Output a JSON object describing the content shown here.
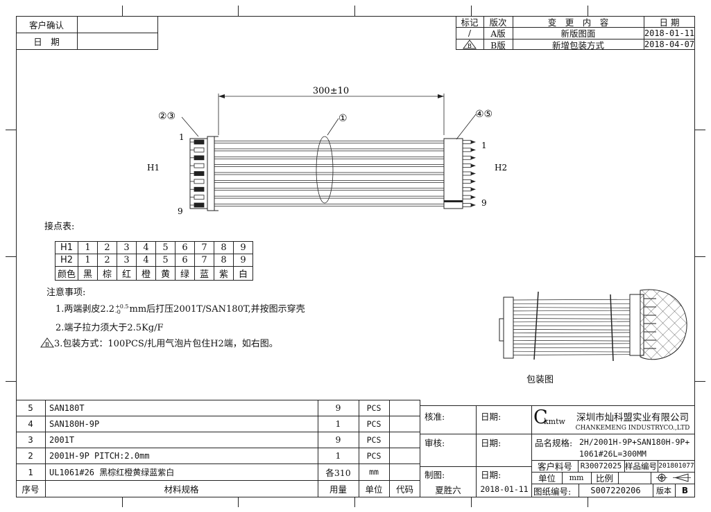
{
  "customer_block": {
    "confirm_label": "客户确认",
    "date_label": "日　期"
  },
  "revision_table": {
    "headers": [
      "标记",
      "版次",
      "变　更　内　容",
      "日 期"
    ],
    "rows": [
      {
        "mark": "/",
        "version": "A版",
        "content": "新版图面",
        "date": "2018-01-11"
      },
      {
        "mark": "B",
        "version": "B版",
        "content": "新增包装方式",
        "date": "2018-04-07"
      }
    ]
  },
  "drawing": {
    "length_dim": "300±10",
    "balloons": [
      "②③",
      "①",
      "④⑤"
    ],
    "pin_first_left": "1",
    "pin_last_left": "9",
    "pin_first_right": "1",
    "pin_last_right": "9",
    "end_left": "H1",
    "end_right": "H2",
    "wire_count": 9
  },
  "pinout": {
    "title": "接点表:",
    "rows": [
      {
        "label": "H1",
        "cells": [
          "1",
          "2",
          "3",
          "4",
          "5",
          "6",
          "7",
          "8",
          "9"
        ]
      },
      {
        "label": "H2",
        "cells": [
          "1",
          "2",
          "3",
          "4",
          "5",
          "6",
          "7",
          "8",
          "9"
        ]
      },
      {
        "label": "颜色",
        "cells": [
          "黑",
          "棕",
          "红",
          "橙",
          "黄",
          "绿",
          "蓝",
          "紫",
          "白"
        ]
      }
    ]
  },
  "notes": {
    "title": "注意事项:",
    "n1_prefix": "1.两端剥皮2.2",
    "n1_tol_plus": "+0.5",
    "n1_tol_minus": "-0",
    "n1_suffix": "mm后打压2001T/SAN180T,并按图示穿壳",
    "n2": "2.端子拉力须大于2.5Kg/F",
    "n3": "3.包装方式：100PCS/扎用气泡片包住H2端，如右图。",
    "rev_mark": "B"
  },
  "packaging_label": "包装图",
  "bom": {
    "headers": [
      "序号",
      "材料规格",
      "用量",
      "单位",
      "代码"
    ],
    "rows": [
      {
        "no": "5",
        "spec": "SAN180T",
        "qty": "9",
        "unit": "PCS"
      },
      {
        "no": "4",
        "spec": "SAN180H-9P",
        "qty": "1",
        "unit": "PCS"
      },
      {
        "no": "3",
        "spec": "2001T",
        "qty": "9",
        "unit": "PCS"
      },
      {
        "no": "2",
        "spec": "2001H-9P PITCH:2.0mm",
        "qty": "1",
        "unit": "PCS"
      },
      {
        "no": "1",
        "spec": "UL1061#26 黑棕红橙黄绿蓝紫白",
        "qty": "各310",
        "unit": "mm"
      }
    ]
  },
  "approval": {
    "approve_label": "核准:",
    "review_label": "审核:",
    "draw_label": "制图:",
    "date_label": "日期:",
    "drafter": "夏胜六",
    "draw_date": "2018-01-11"
  },
  "title_block": {
    "logo_c": "C",
    "logo_text": "kmtw",
    "company_cn": "深圳市灿科盟实业有限公司",
    "company_en": "CHANKEMENG INDUSTRYCO.,LTD",
    "spec_label": "品名规格:",
    "spec_line1": "2H/2001H-9P+SAN180H-9P+",
    "spec_line2": "1061#26L=300MM",
    "customer_no_label": "客户料号",
    "customer_no": "R30072025",
    "sample_no_label": "样品编号",
    "sample_no": "201801077",
    "unit_label": "单位",
    "unit": "mm",
    "scale_label": "比例",
    "drawing_no_label": "图纸编号:",
    "drawing_no": "S007220206",
    "version_label": "版本",
    "version": "B"
  }
}
